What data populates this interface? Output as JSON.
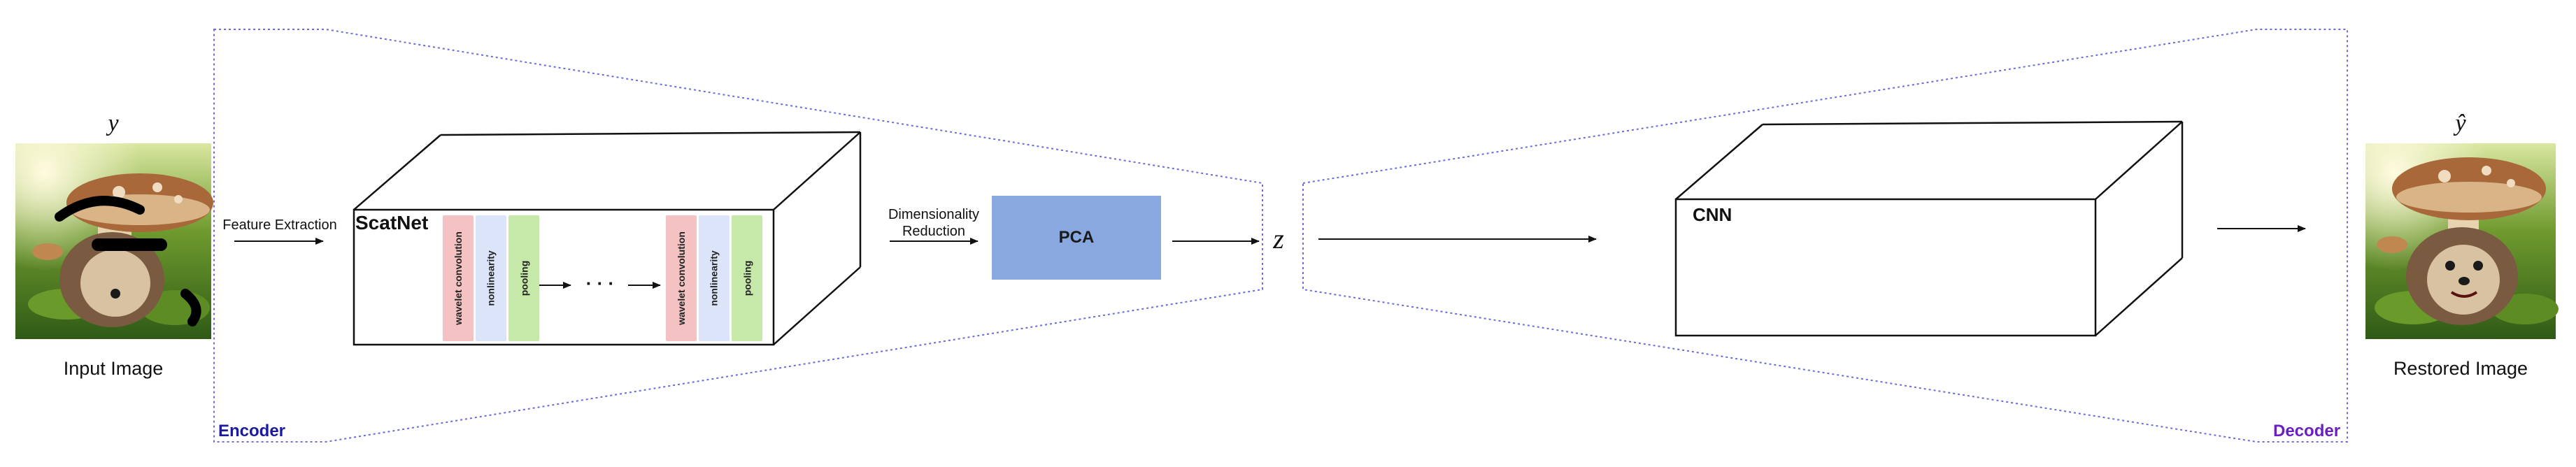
{
  "input": {
    "symbol": "y",
    "caption": "Input Image"
  },
  "output": {
    "symbol": "ŷ",
    "caption": "Restored Image"
  },
  "steps": {
    "feature_extraction": "Feature Extraction",
    "dim_reduction_line1": "Dimensionality",
    "dim_reduction_line2": "Reduction",
    "pca": "PCA",
    "latent": "z",
    "ellipsis": "· · ·"
  },
  "encoder": {
    "label": "Encoder",
    "block_title": "ScatNet"
  },
  "decoder": {
    "label": "Decoder",
    "block_title": "CNN"
  },
  "layers": {
    "wavelet": "wavelet convolution",
    "nonlinearity": "nonlinearity",
    "pooling": "pooling"
  },
  "colors": {
    "encoder_label": "#1a1aa0",
    "decoder_label": "#6a1fc0",
    "boundary": "#6b6bdc",
    "pca_fill": "#8aa8e0",
    "wavelet_fill": "#f4c2c2",
    "nonlinearity_fill": "#dbe4f8",
    "pooling_fill": "#c6e8a8"
  },
  "icons": {
    "input": "hedgehog-image-icon",
    "output": "hedgehog-image-icon"
  }
}
